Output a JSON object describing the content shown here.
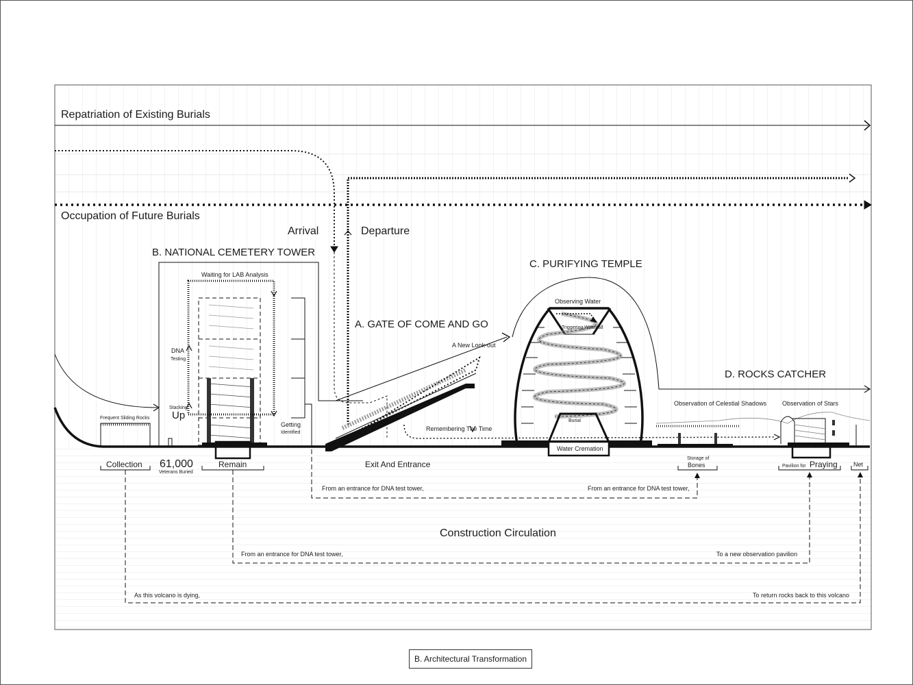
{
  "rows": {
    "repatriation": "Repatriation of Existing Burials",
    "occupation": "Occupation of Future Burials",
    "arrival": "Arrival",
    "departure": "Departure"
  },
  "sections": {
    "gate": "A. GATE OF COME AND GO",
    "tower": "B. NATIONAL CEMETERY TOWER",
    "temple": "C. PURIFYING TEMPLE",
    "rocks": "D. ROCKS CATCHER"
  },
  "annotations": {
    "waiting_lab": "Waiting for LAB Analysis",
    "dna": "DNA",
    "testing": "Testing",
    "stacking": "Stacking",
    "up": "Up",
    "getting": "Getting",
    "identified": "Identified",
    "sliding_rocks": "Frequent Sliding Rocks",
    "lookout": "A New Look-out",
    "remembering": "Remembering The Time",
    "observing_water": "Observing Water",
    "triggering": "Triggering Waterfall",
    "burial": "Burial",
    "water_cremation": "Water Cremation",
    "celestial": "Observation of Celestial Shadows",
    "stars": "Observation of Stars"
  },
  "ground_labels": {
    "collection": "Collection",
    "count": "61,000",
    "veterans": "Veterans Buried",
    "remain": "Remain",
    "exit_entrance": "Exit And Entrance",
    "storage_of": "Storage of",
    "bones": "Bones",
    "pavilion_for": "Pavilion for",
    "praying": "Praying",
    "net": "Net"
  },
  "circulation": {
    "title": "Construction Circulation",
    "dna_left": "From an entrance for DNA test tower,",
    "dna_right": "From an entrance for DNA test tower,",
    "dna_lower": "From an entrance for DNA test tower,",
    "new_pavilion": "To a new observation pavilion",
    "volcano_dying": "As this volcano is dying,",
    "return_rocks": "To return rocks back to this volcano"
  },
  "caption": "B. Architectural Transformation"
}
